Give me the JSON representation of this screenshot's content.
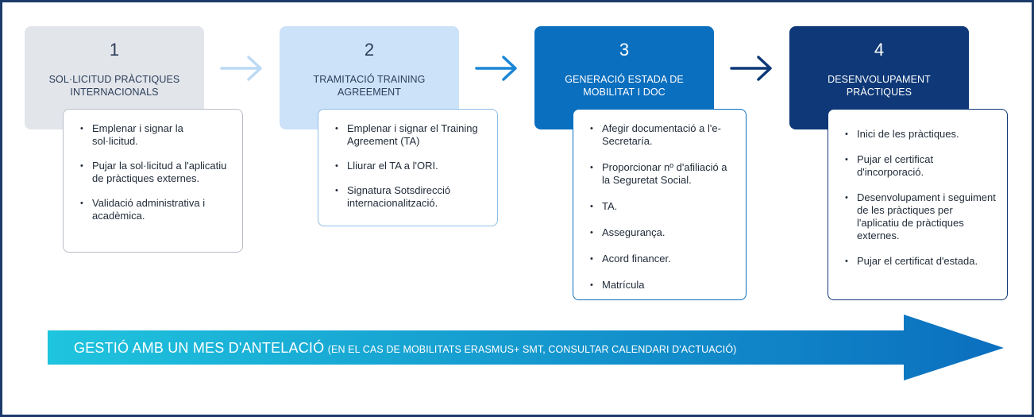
{
  "steps": [
    {
      "number": "1",
      "title": "SOL·LICITUD PRÀCTIQUES INTERNACIONALS",
      "items": [
        "Emplenar i signar la sol·licitud.",
        "Pujar la sol·licitud a l'aplicatiu de pràctiques externes.",
        "Validació administrativa i acadèmica."
      ]
    },
    {
      "number": "2",
      "title": "TRAMITACIÓ TRAINING AGREEMENT",
      "items": [
        "Emplenar i signar el Training Agreement (TA)",
        "Lliurar el TA a l'ORI.",
        "Signatura Sotsdirecció internacionalització."
      ]
    },
    {
      "number": "3",
      "title": "GENERACIÓ ESTADA DE MOBILITAT I DOC",
      "items": [
        "Afegir documentació a l'e-Secretaría.",
        "Proporcionar nº d'afiliació a la Seguretat Social.",
        "TA.",
        "Assegurança.",
        "Acord financer.",
        "Matrícula"
      ]
    },
    {
      "number": "4",
      "title": "DESENVOLUPAMENT PRÀCTIQUES",
      "items": [
        "Inici de les pràctiques.",
        "Pujar el certificat d'incorporació.",
        "Desenvolupament i seguiment de les pràctiques per l'aplicatiu de pràctiques externes.",
        "Pujar el certificat d'estada."
      ]
    }
  ],
  "timeline": {
    "main": "GESTIÓ AMB UN MES D'ANTELACIÓ",
    "note": "(EN EL CAS DE MOBILITATS ERASMUS+ SMT, CONSULTAR CALENDARI D'ACTUACIÓ)"
  },
  "colors": {
    "step1": "#e2e5ea",
    "step2": "#cce2f9",
    "step3": "#0b6fbf",
    "step4": "#0e3877",
    "arrow1": "#bcdaf5",
    "arrow2": "#1a86d6",
    "arrow3": "#0e3877",
    "timeline_start": "#1fc4de",
    "timeline_end": "#0b6fbf"
  }
}
